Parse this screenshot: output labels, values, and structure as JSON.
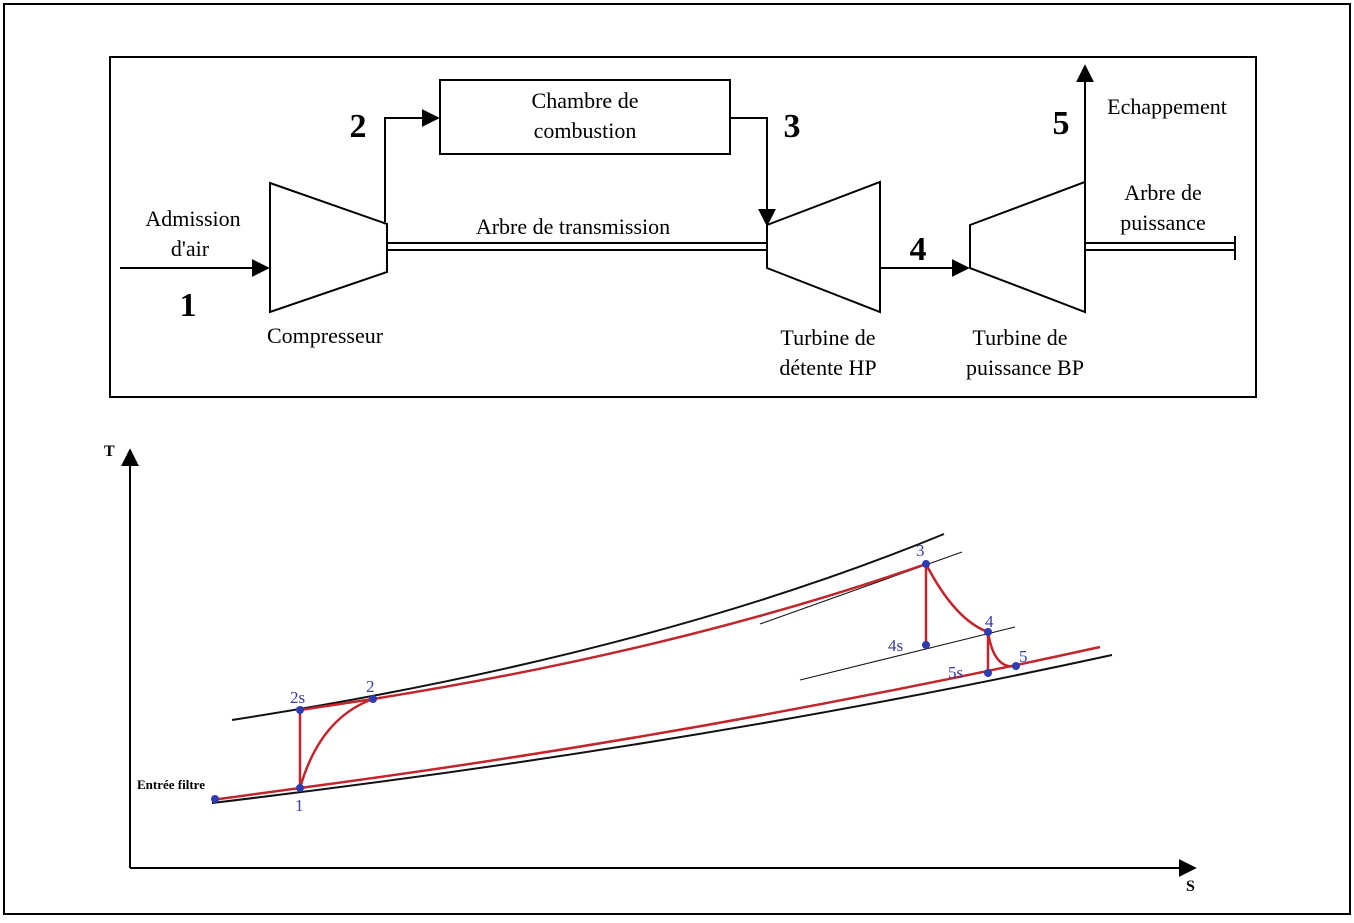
{
  "schematic": {
    "combustion_line1": "Chambre de",
    "combustion_line2": "combustion",
    "admission_line1": "Admission",
    "admission_line2": "d'air",
    "shaft_label": "Arbre de transmission",
    "compressor": "Compresseur",
    "hp_turbine_line1": "Turbine de",
    "hp_turbine_line2": "détente HP",
    "bp_turbine_line1": "Turbine de",
    "bp_turbine_line2": "puissance BP",
    "exhaust": "Echappement",
    "power_shaft_line1": "Arbre de",
    "power_shaft_line2": "puissance",
    "state_numbers": [
      "1",
      "2",
      "3",
      "4",
      "5"
    ]
  },
  "ts_diagram": {
    "y_axis": "T",
    "x_axis": "S",
    "filter_inlet": "Entrée filtre",
    "points": [
      "1",
      "2s",
      "2",
      "3",
      "4s",
      "4",
      "5s",
      "5"
    ],
    "colors": {
      "cycle": "#c0262b",
      "isobar": "#111111",
      "state_point": "#2f3bb0",
      "state_label": "#3a3aa0"
    }
  }
}
